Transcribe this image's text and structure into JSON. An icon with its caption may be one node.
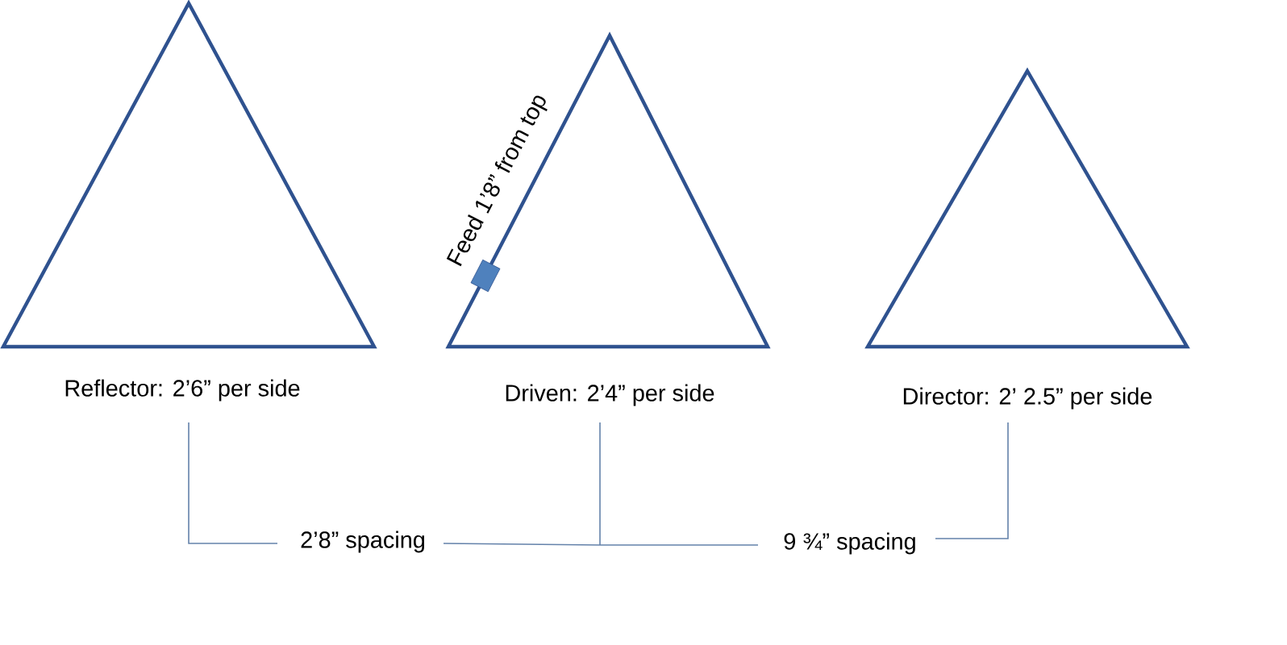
{
  "diagram": {
    "nodes": [
      {
        "text": [],
        "shape": "triangle",
        "beside": [
          "Reflector: 2’6” per side"
        ]
      },
      {
        "text": [],
        "shape": "triangle",
        "beside": [
          "Driven: 2’4” per side"
        ]
      },
      {
        "text": [],
        "shape": "triangle",
        "beside": [
          "Director: 2’ 2.5” per side"
        ]
      }
    ],
    "edges": [],
    "labels": [
      "Feed 1’8” from top",
      "2’8” spacing",
      "9 ¾” spacing"
    ]
  }
}
